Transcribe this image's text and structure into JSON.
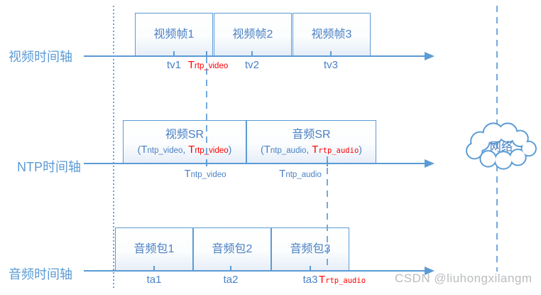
{
  "colors": {
    "line_blue": "#5b9bd5",
    "label_blue": "#4a82c6",
    "highlight_red": "#ff0000",
    "watermark_gray": "#b9bcbf"
  },
  "timelines": {
    "video": {
      "label": "视频时间轴",
      "boxes": [
        "视频帧1",
        "视频帧2",
        "视频帧3"
      ],
      "tick_labels": {
        "tv1": "tv1",
        "tv2": "tv2",
        "tv3": "tv3"
      },
      "rtp_label": {
        "T": "T",
        "sub": "rtp_video"
      }
    },
    "ntp": {
      "label": "NTP时间轴",
      "video_sr": {
        "title": "视频SR",
        "open": "(",
        "ntp": {
          "T": "T",
          "sub": "ntp_video"
        },
        "sep": ", ",
        "rtp": {
          "T": "T",
          "sub": "rtp_video"
        },
        "close": ")"
      },
      "audio_sr": {
        "title": "音频SR",
        "open": "(",
        "ntp": {
          "T": "T",
          "sub": "ntp_audio"
        },
        "sep": ", ",
        "rtp": {
          "T": "T",
          "sub": "rtp_audio"
        },
        "close": ")"
      },
      "tick_labels": {
        "ntp_video": {
          "T": "T",
          "sub": "ntp_video"
        },
        "ntp_audio": {
          "T": "T",
          "sub": "ntp_audio"
        }
      }
    },
    "audio": {
      "label": "音频时间轴",
      "boxes": [
        "音频包1",
        "音频包2",
        "音频包3"
      ],
      "tick_labels": {
        "ta1": "ta1",
        "ta2": "ta2",
        "ta3": "ta3"
      },
      "rtp_label": {
        "T": "T",
        "sub": "rtp_audio"
      }
    }
  },
  "network": {
    "label": "网络"
  },
  "watermark": "CSDN @liuhongxilangm"
}
